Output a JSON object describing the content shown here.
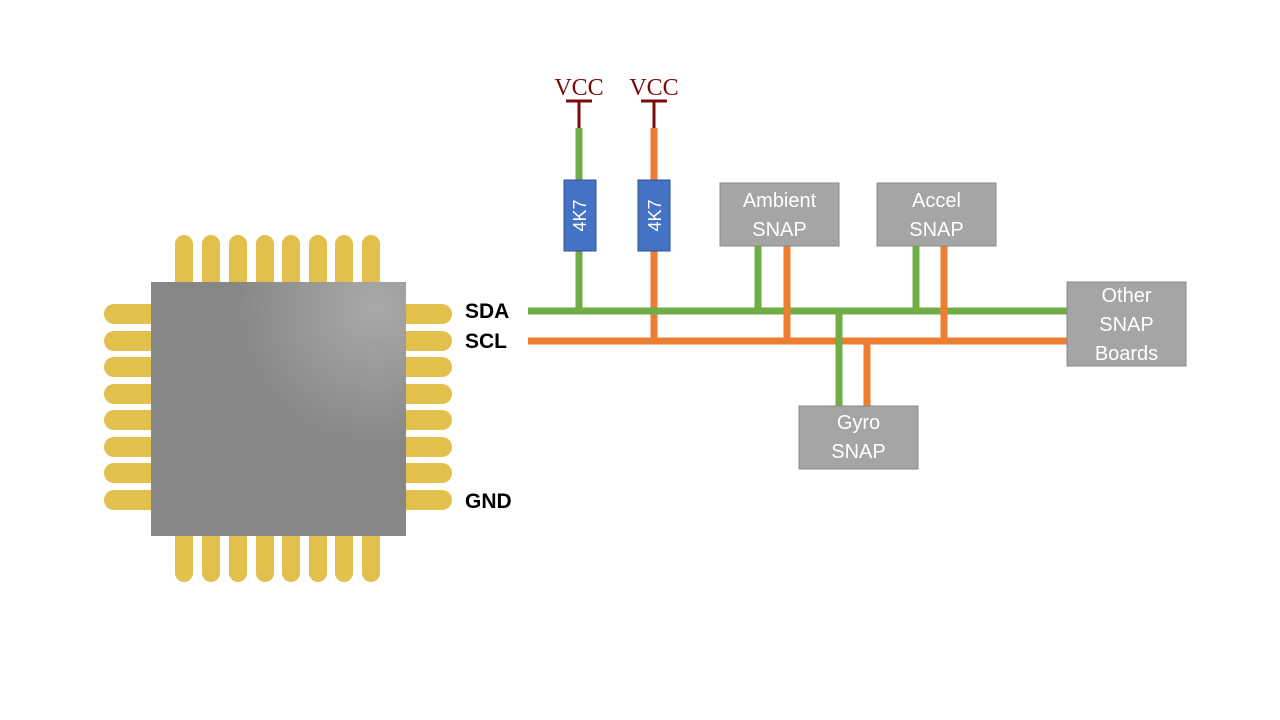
{
  "colors": {
    "sda_wire": "#70AD47",
    "scl_wire": "#ED7D31",
    "vcc": "#7B0C0C",
    "resistor": "#4472C4",
    "snap_box": "#A5A5A5",
    "chip_body": "#878787",
    "chip_pin": "#E2C04E"
  },
  "chip": {
    "pins": {
      "sda": "SDA",
      "scl": "SCL",
      "gnd": "GND"
    }
  },
  "pullups": [
    {
      "supply": "VCC",
      "value": "4K7",
      "line": "SDA"
    },
    {
      "supply": "VCC",
      "value": "4K7",
      "line": "SCL"
    }
  ],
  "snap_boards": {
    "ambient": [
      "Ambient",
      "SNAP"
    ],
    "accel": [
      "Accel",
      "SNAP"
    ],
    "gyro": [
      "Gyro",
      "SNAP"
    ],
    "other": [
      "Other",
      "SNAP",
      "Boards"
    ]
  }
}
